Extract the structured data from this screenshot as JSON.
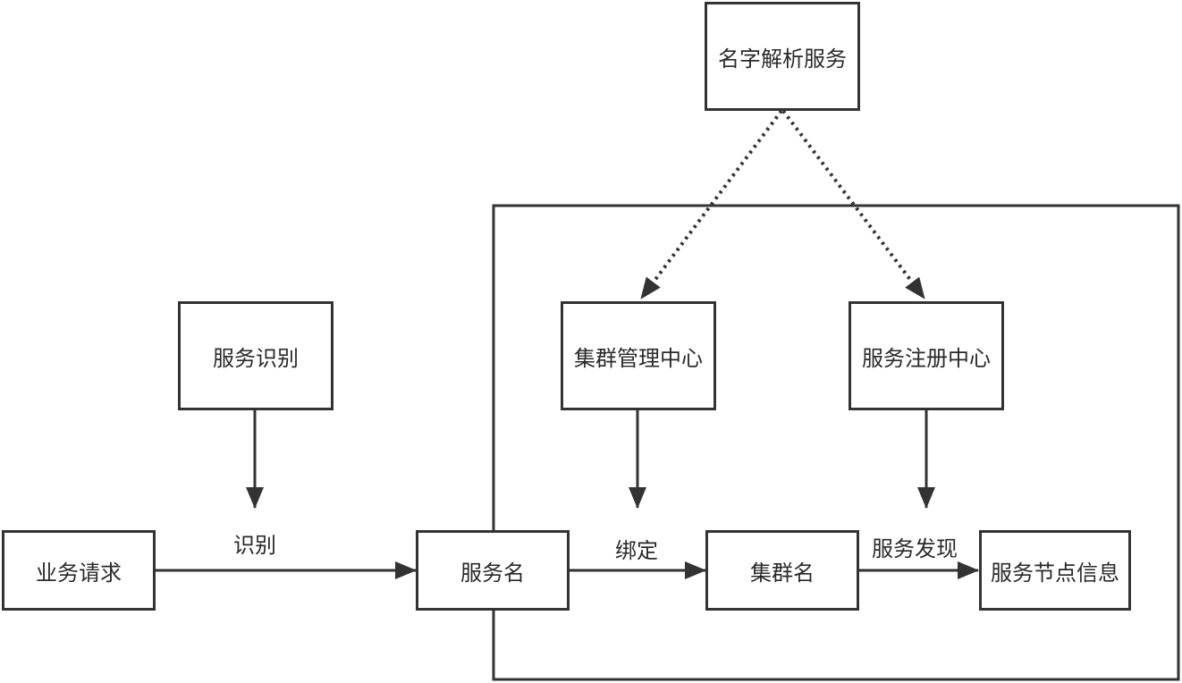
{
  "diagram": {
    "nodes": {
      "name_resolution": "名字解析服务",
      "service_identification": "服务识别",
      "cluster_mgmt_center": "集群管理中心",
      "service_registry_center": "服务注册中心",
      "business_request": "业务请求",
      "service_name": "服务名",
      "cluster_name": "集群名",
      "service_node_info": "服务节点信息"
    },
    "edge_labels": {
      "identify": "识别",
      "bind": "绑定",
      "service_discovery": "服务发现"
    },
    "colors": {
      "stroke": "#333333",
      "background": "#ffffff"
    }
  }
}
